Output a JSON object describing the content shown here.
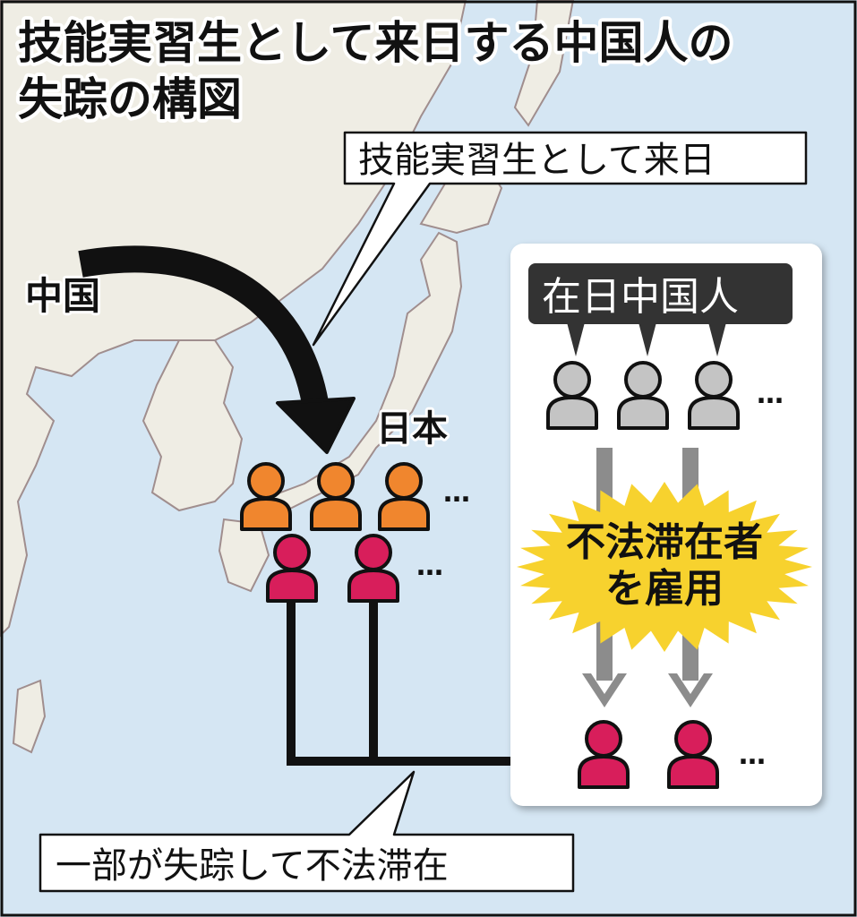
{
  "title": {
    "line1": "技能実習生として来日する中国人の",
    "line2": "失踪の構図"
  },
  "labels": {
    "china": "中国",
    "japan": "日本",
    "callout_top": "技能実習生として来日",
    "callout_bottom": "一部が失踪して不法滞在",
    "resident_chinese": "在日中国人",
    "burst_line1": "不法滞在者",
    "burst_line2": "を雇用",
    "ellipsis": "…"
  },
  "colors": {
    "sea": "#d5e6f3",
    "land": "#efede4",
    "trainee": "#f0862e",
    "missing": "#d81e5b",
    "resident": "#c4c4c4",
    "burst": "#f7d22e",
    "dark_label": "#333333",
    "gray_arrow": "#8c8c8c"
  }
}
